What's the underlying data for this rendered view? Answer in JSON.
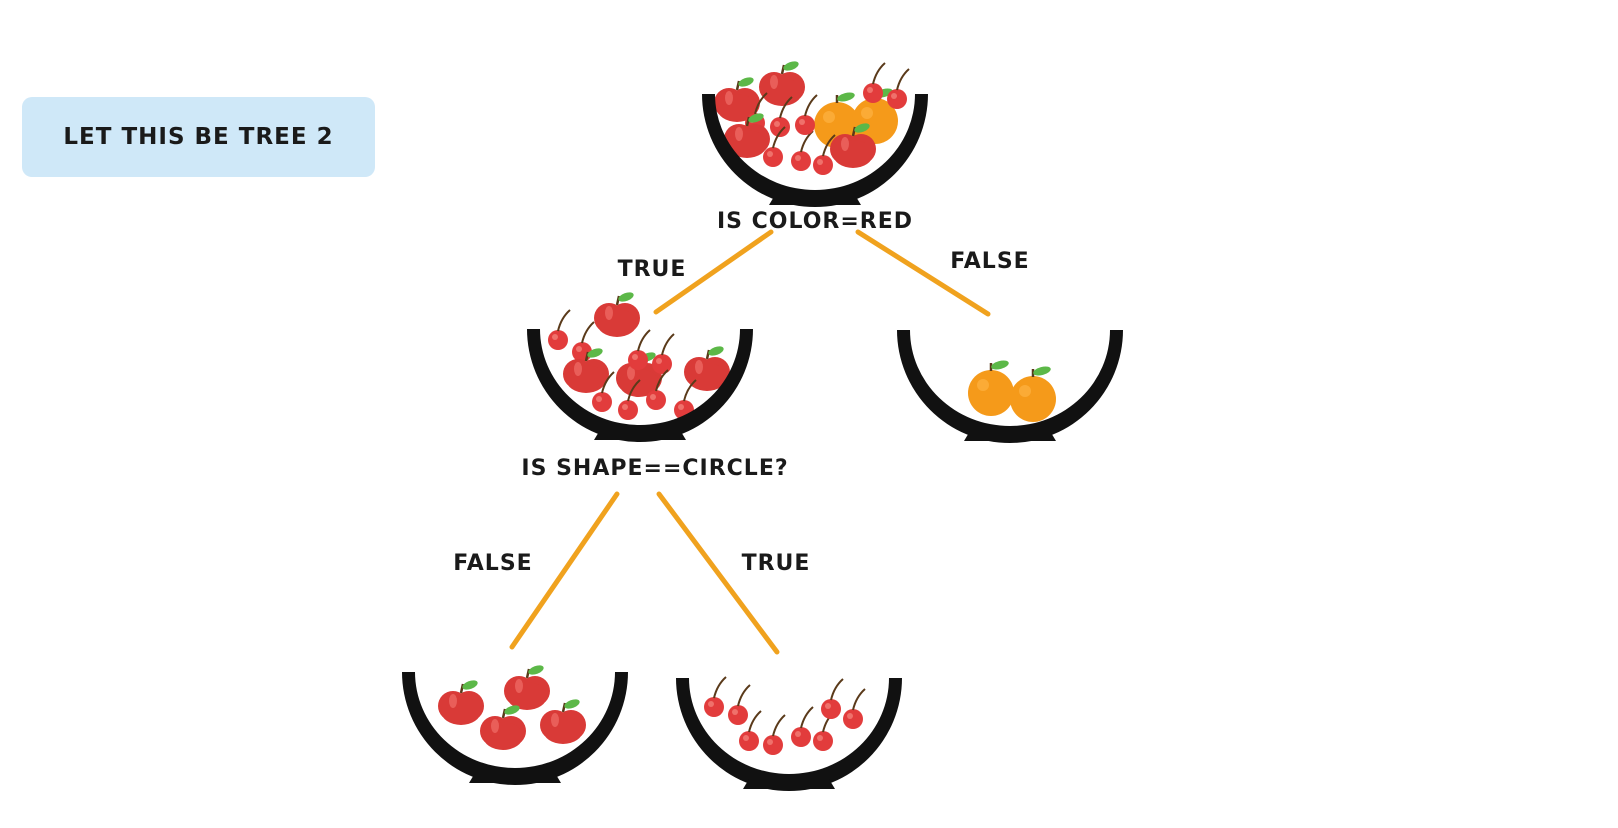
{
  "callout": {
    "text": "LET THIS BE TREE 2"
  },
  "nodes": {
    "root_question": "IS COLOR=RED",
    "mid_question": "IS SHAPE==CIRCLE?"
  },
  "edges": {
    "root_true": "TRUE",
    "root_false": "FALSE",
    "mid_false": "FALSE",
    "mid_true": "TRUE"
  },
  "colors": {
    "branch_line": "#f0a21e",
    "bowl": "#111111",
    "apple": "#d93a37",
    "cherry": "#e23c3c",
    "orange": "#f59a1a",
    "leaf": "#5cb848",
    "callout_bg": "#cfe8f8"
  },
  "icons": [
    "fruit-bowl-icon",
    "apple-icon",
    "cherry-icon",
    "orange-icon"
  ]
}
